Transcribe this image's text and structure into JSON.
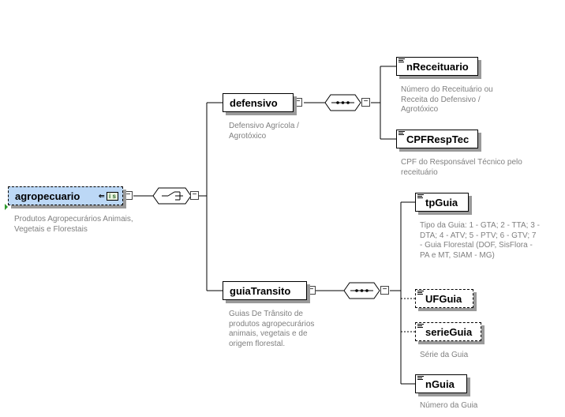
{
  "root": {
    "name": "agropecuario",
    "badge": "i s",
    "description": "Produtos Agropecurários Animais, Vegetais e Florestais"
  },
  "defensivo": {
    "name": "defensivo",
    "description": "Defensivo Agrícola / Agrotóxico",
    "children": [
      {
        "name": "nReceituario",
        "description": "Número do Receituário ou Receita do Defensivo / Agrotóxico"
      },
      {
        "name": "CPFRespTec",
        "description": "CPF do Responsável Técnico pelo receituário"
      }
    ]
  },
  "guiaTransito": {
    "name": "guiaTransito",
    "description": "Guias De Trânsito de produtos agropecurários animais, vegetais e de origem florestal.",
    "children": [
      {
        "name": "tpGuia",
        "description": "Tipo da Guia: 1 - GTA; 2 - TTA; 3 - DTA; 4 - ATV; 5 - PTV; 6 - GTV; 7 - Guia Florestal (DOF, SisFlora - PA e MT, SIAM - MG)"
      },
      {
        "name": "UFGuia",
        "description": ""
      },
      {
        "name": "serieGuia",
        "description": "Série da Guia"
      },
      {
        "name": "nGuia",
        "description": "Número da Guia"
      }
    ]
  },
  "colors": {
    "root_fill": "#bcd8f6",
    "line": "#000000",
    "description": "#808080",
    "shadow": "#9a9a9a"
  }
}
